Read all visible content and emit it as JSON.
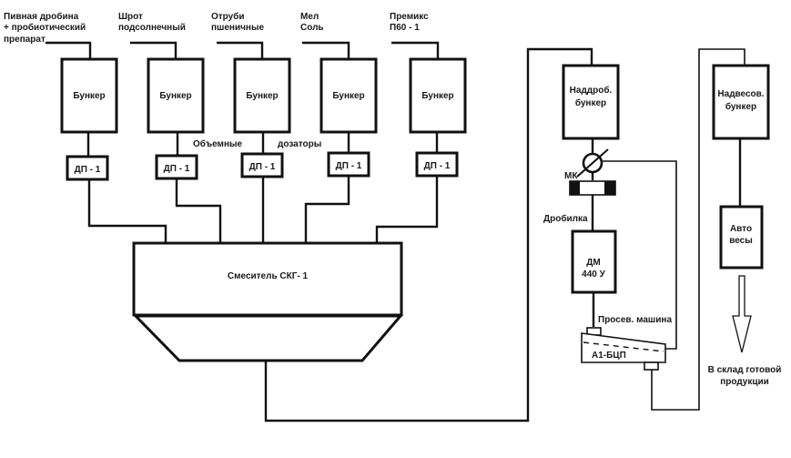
{
  "inputs": [
    {
      "lines": [
        "Пивная дробина",
        "+ пробиотический",
        "препарат"
      ]
    },
    {
      "lines": [
        "Шрот",
        "подсолнечный"
      ]
    },
    {
      "lines": [
        "Отруби",
        "пшеничные"
      ]
    },
    {
      "lines": [
        "Мел",
        "Соль"
      ]
    },
    {
      "lines": [
        "Премикс",
        "П60 - 1"
      ]
    }
  ],
  "bunker_label": "Бункер",
  "doser_label": "ДП - 1",
  "dosers_caption": [
    "Объемные",
    "дозаторы"
  ],
  "mixer_label": "Смеситель СКГ- 1",
  "pre_crusher_bunker": [
    "Наддроб.",
    "бункер"
  ],
  "mk_label": "МК",
  "crusher_caption": "Дробилка",
  "crusher_box": [
    "ДМ",
    "440 У"
  ],
  "sifter_caption": "Просев. машина",
  "sifter_label": "А1-БЦП",
  "pre_weigh_bunker": [
    "Надвесов.",
    "бункер"
  ],
  "scales_box": [
    "Авто",
    "весы"
  ],
  "output_caption": [
    "В склад готовой",
    "продукции"
  ]
}
